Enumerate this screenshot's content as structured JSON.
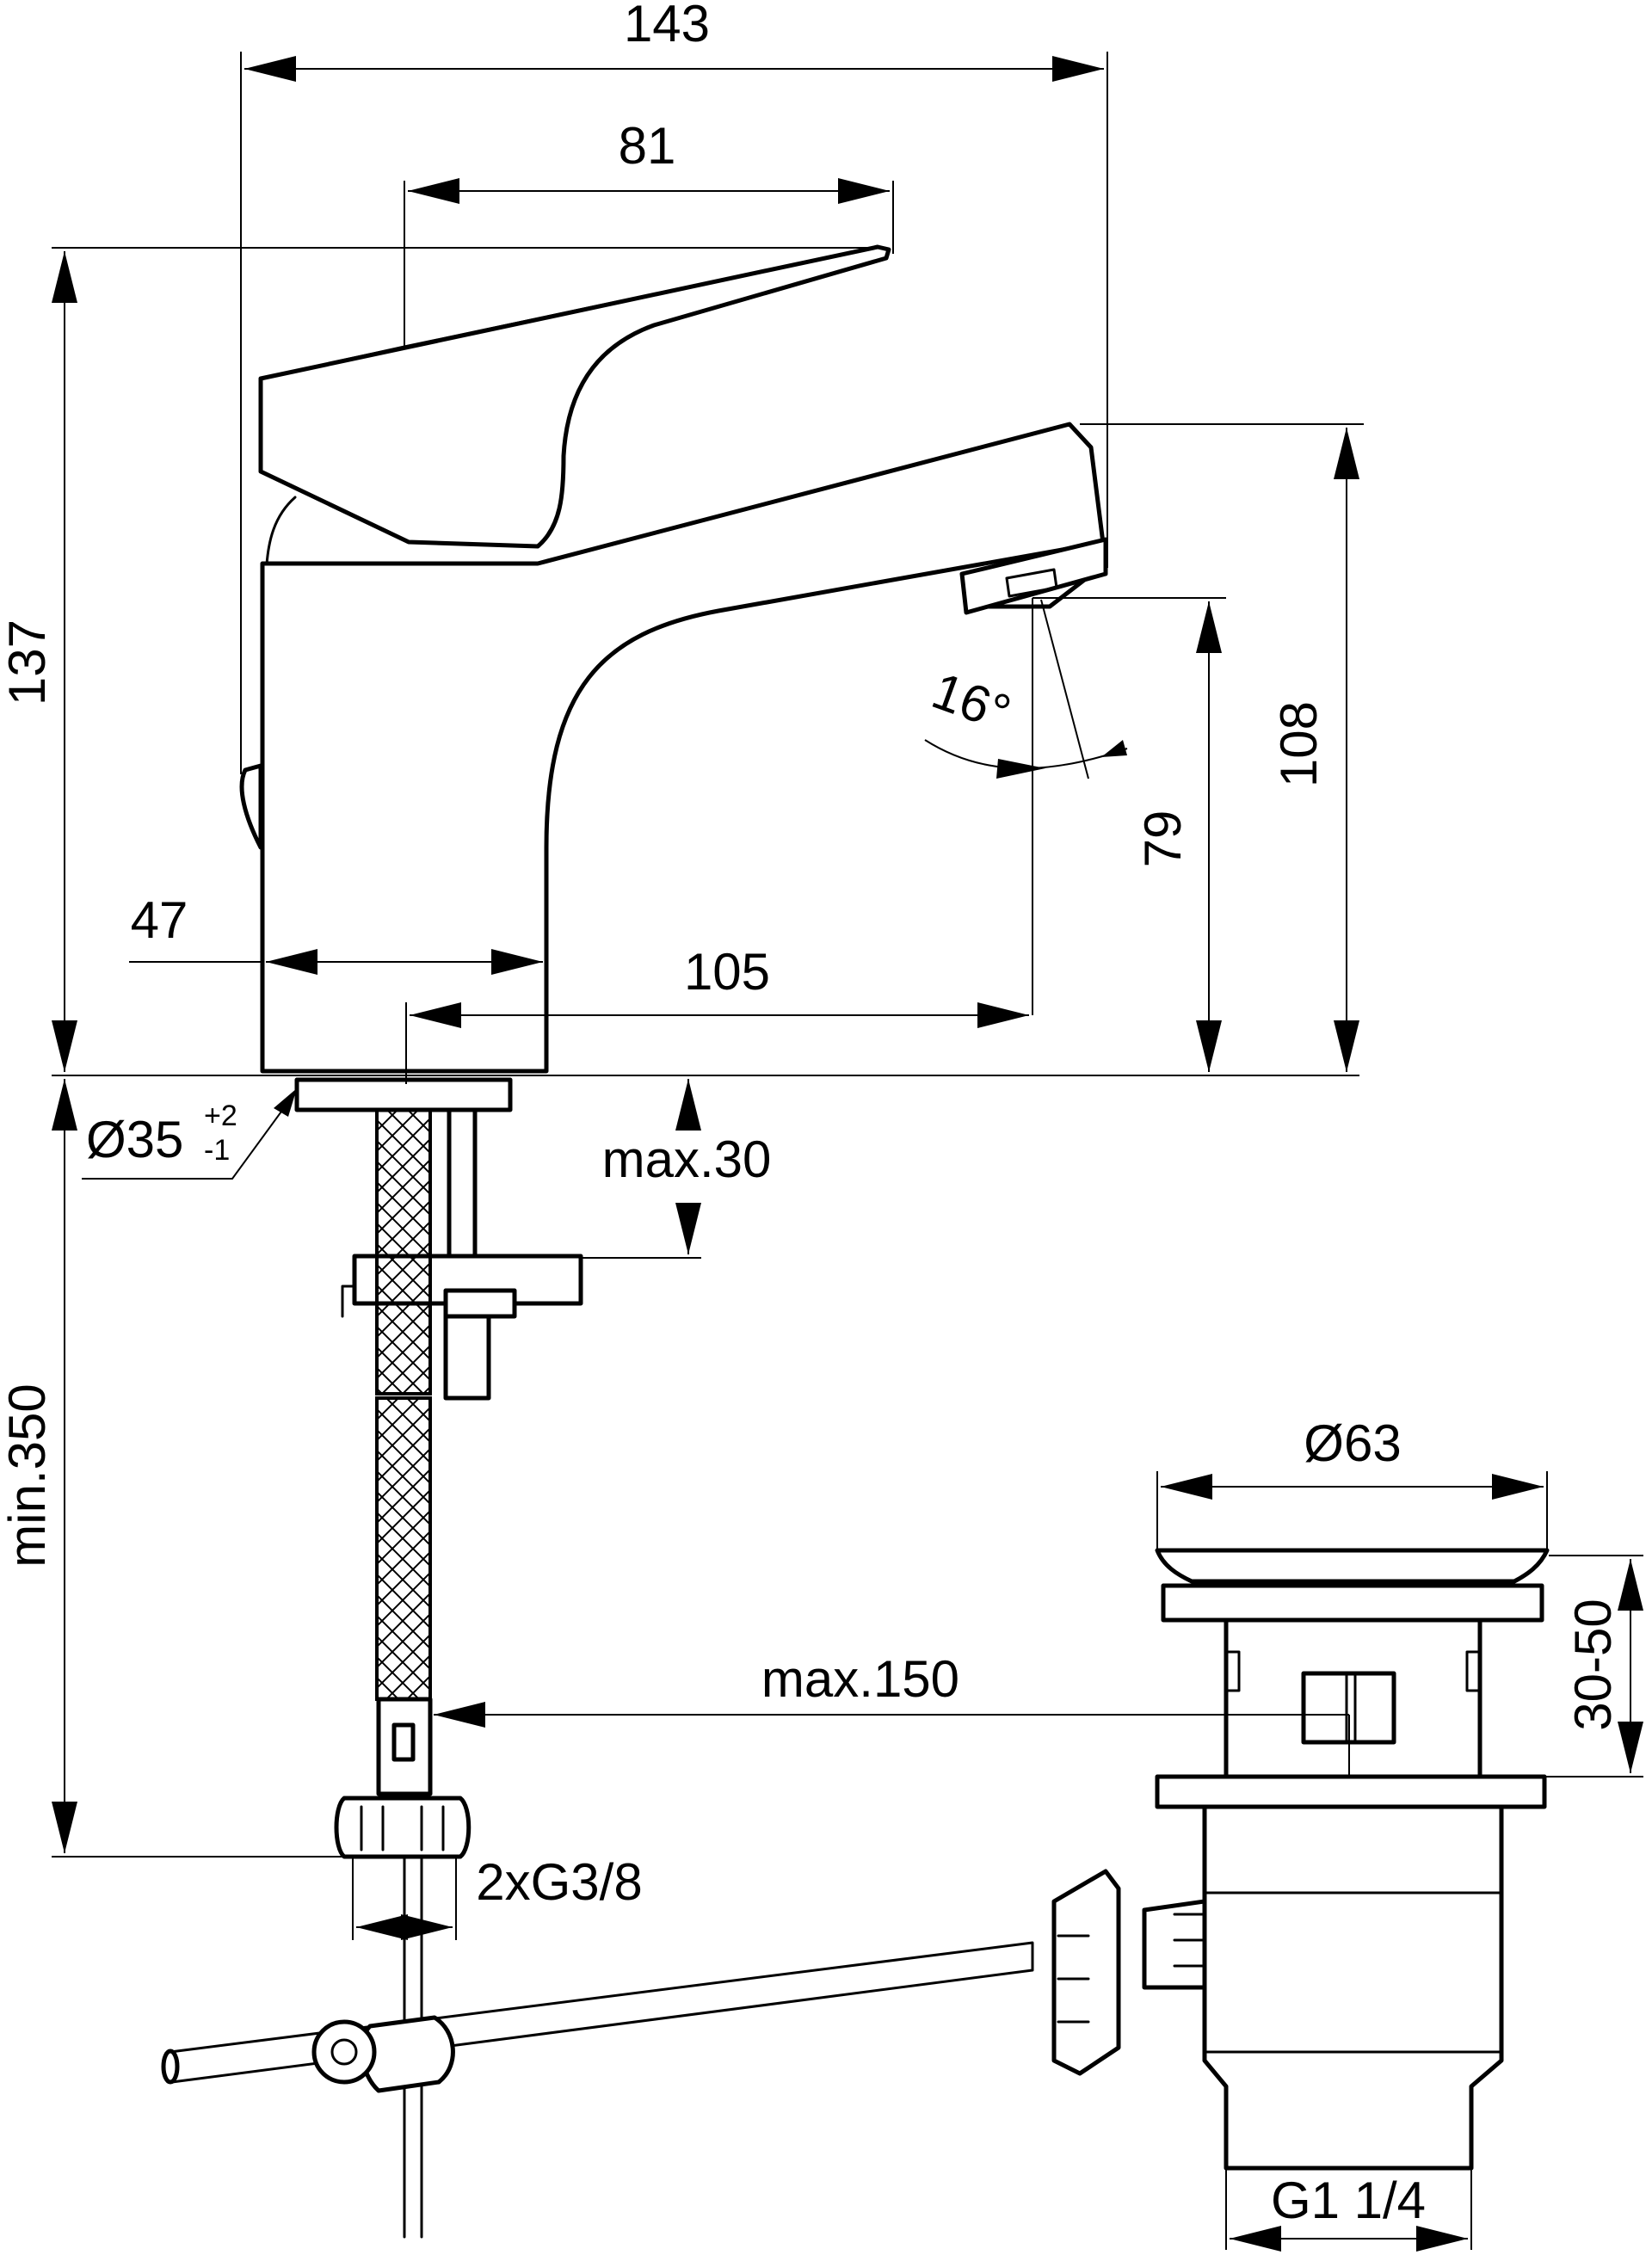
{
  "dimensions": {
    "overall_width": "143",
    "lever_length": "81",
    "overall_height": "137",
    "spout_height": "108",
    "outlet_clearance": "79",
    "spout_angle": "16°",
    "base_to_axis": "47",
    "spout_reach": "105",
    "base_diameter": "Ø35",
    "base_diameter_tol_upper": "+2",
    "base_diameter_tol_lower": "-1",
    "counter_thickness": "max.30",
    "hose_length": "min.350",
    "waste_diameter": "Ø63",
    "waste_adjust": "30-50",
    "rod_length": "max.150",
    "hose_thread": "2xG3/8",
    "waste_thread": "G1 1/4"
  }
}
